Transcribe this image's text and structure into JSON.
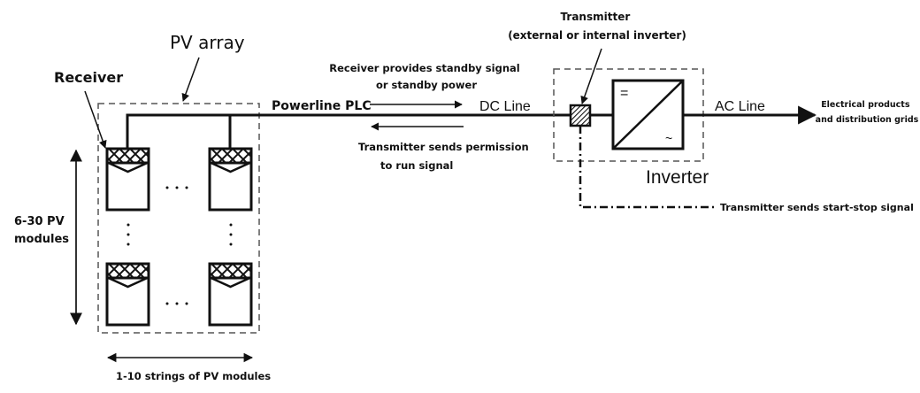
{
  "diagram": {
    "labels": {
      "pv_array": "PV array",
      "receiver": "Receiver",
      "powerline_plc": "Powerline PLC",
      "dc_line": "DC Line",
      "ac_line": "AC Line",
      "inverter": "Inverter",
      "inverter_symbol_dc": "=",
      "inverter_symbol_ac": "~",
      "transmitter_line1": "Transmitter",
      "transmitter_line2": "(external or internal inverter)",
      "standby_line1": "Receiver provides standby signal",
      "standby_line2": "or standby power",
      "permission_line1": "Transmitter sends permission",
      "permission_line2": "to run signal",
      "output_line1": "Electrical products",
      "output_line2": "and distribution grids",
      "start_stop": "Transmitter sends start-stop signal",
      "modules_line1": "6-30 PV",
      "modules_line2": "modules",
      "strings": "1-10 strings of PV modules",
      "ellipsis_h": "· · ·",
      "ellipsis_v": "⋮"
    },
    "grid": {
      "strings_shown": 2,
      "modules_per_string_shown": 2
    }
  }
}
